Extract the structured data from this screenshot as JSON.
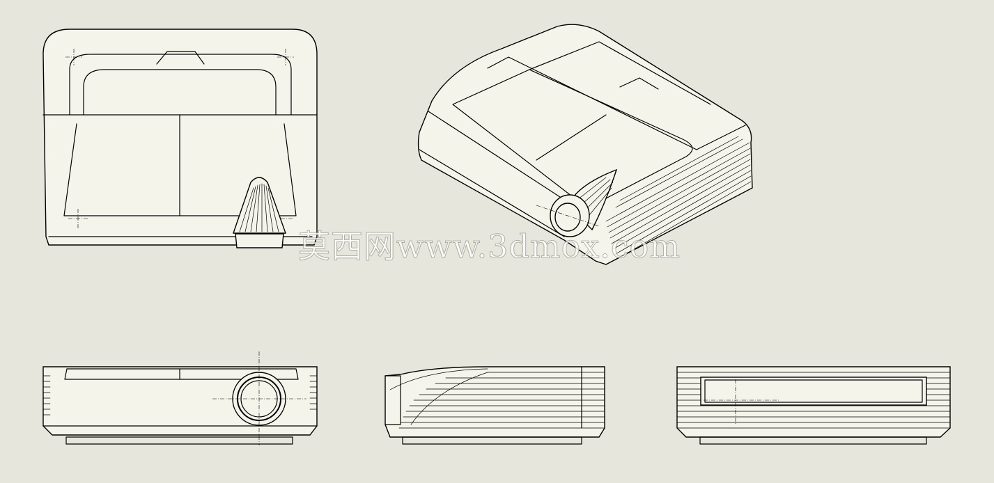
{
  "watermark": {
    "text": "莫西网www.3dmox.com"
  },
  "drawing": {
    "background": "#e6e6dc",
    "line_color": "#000000",
    "views": [
      {
        "id": "top-view"
      },
      {
        "id": "isometric-view"
      },
      {
        "id": "front-view"
      },
      {
        "id": "side-view"
      },
      {
        "id": "rear-view"
      }
    ]
  }
}
